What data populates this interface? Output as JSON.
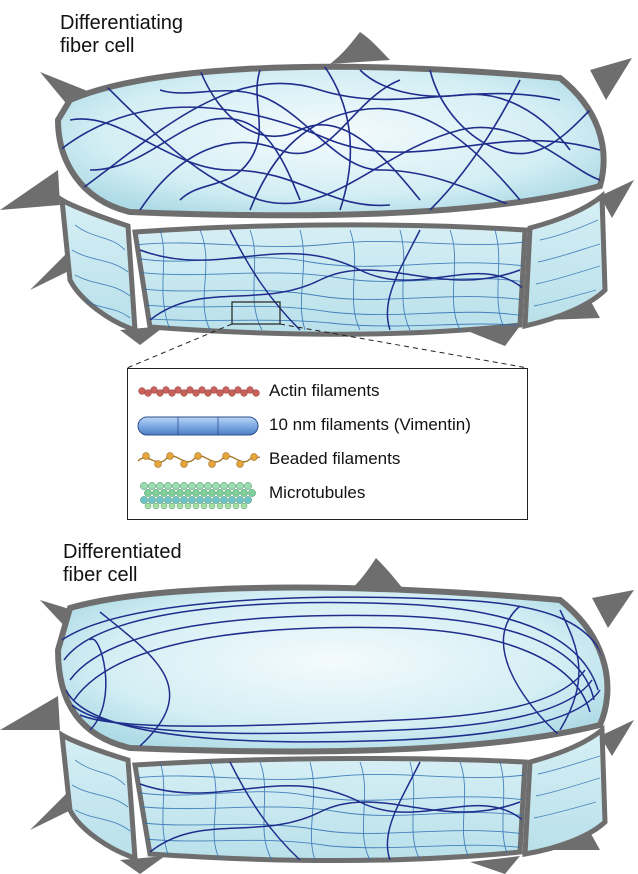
{
  "captions": {
    "top": [
      "Differentiating",
      "fiber cell"
    ],
    "bottom": [
      "Differentiated",
      "fiber cell"
    ]
  },
  "legend": {
    "items": [
      {
        "label": "Actin filaments",
        "icon": "actin-filament-icon",
        "color": "#c9615a"
      },
      {
        "label": "10 nm filaments (Vimentin)",
        "icon": "vimentin-filament-icon",
        "color": "#6f9fdc"
      },
      {
        "label": "Beaded filaments",
        "icon": "beaded-filament-icon",
        "color": "#e6a63c"
      },
      {
        "label": "Microtubules",
        "icon": "microtubule-icon",
        "color": "#7fcf9a"
      }
    ]
  },
  "colors": {
    "membrane": "#6e6e6e",
    "cytoplasm_light": "#f2fbfd",
    "cytoplasm_dark": "#bfe4ec",
    "long_filaments": "#1f2d8c",
    "mesh_filaments": "#2e6fb2"
  }
}
